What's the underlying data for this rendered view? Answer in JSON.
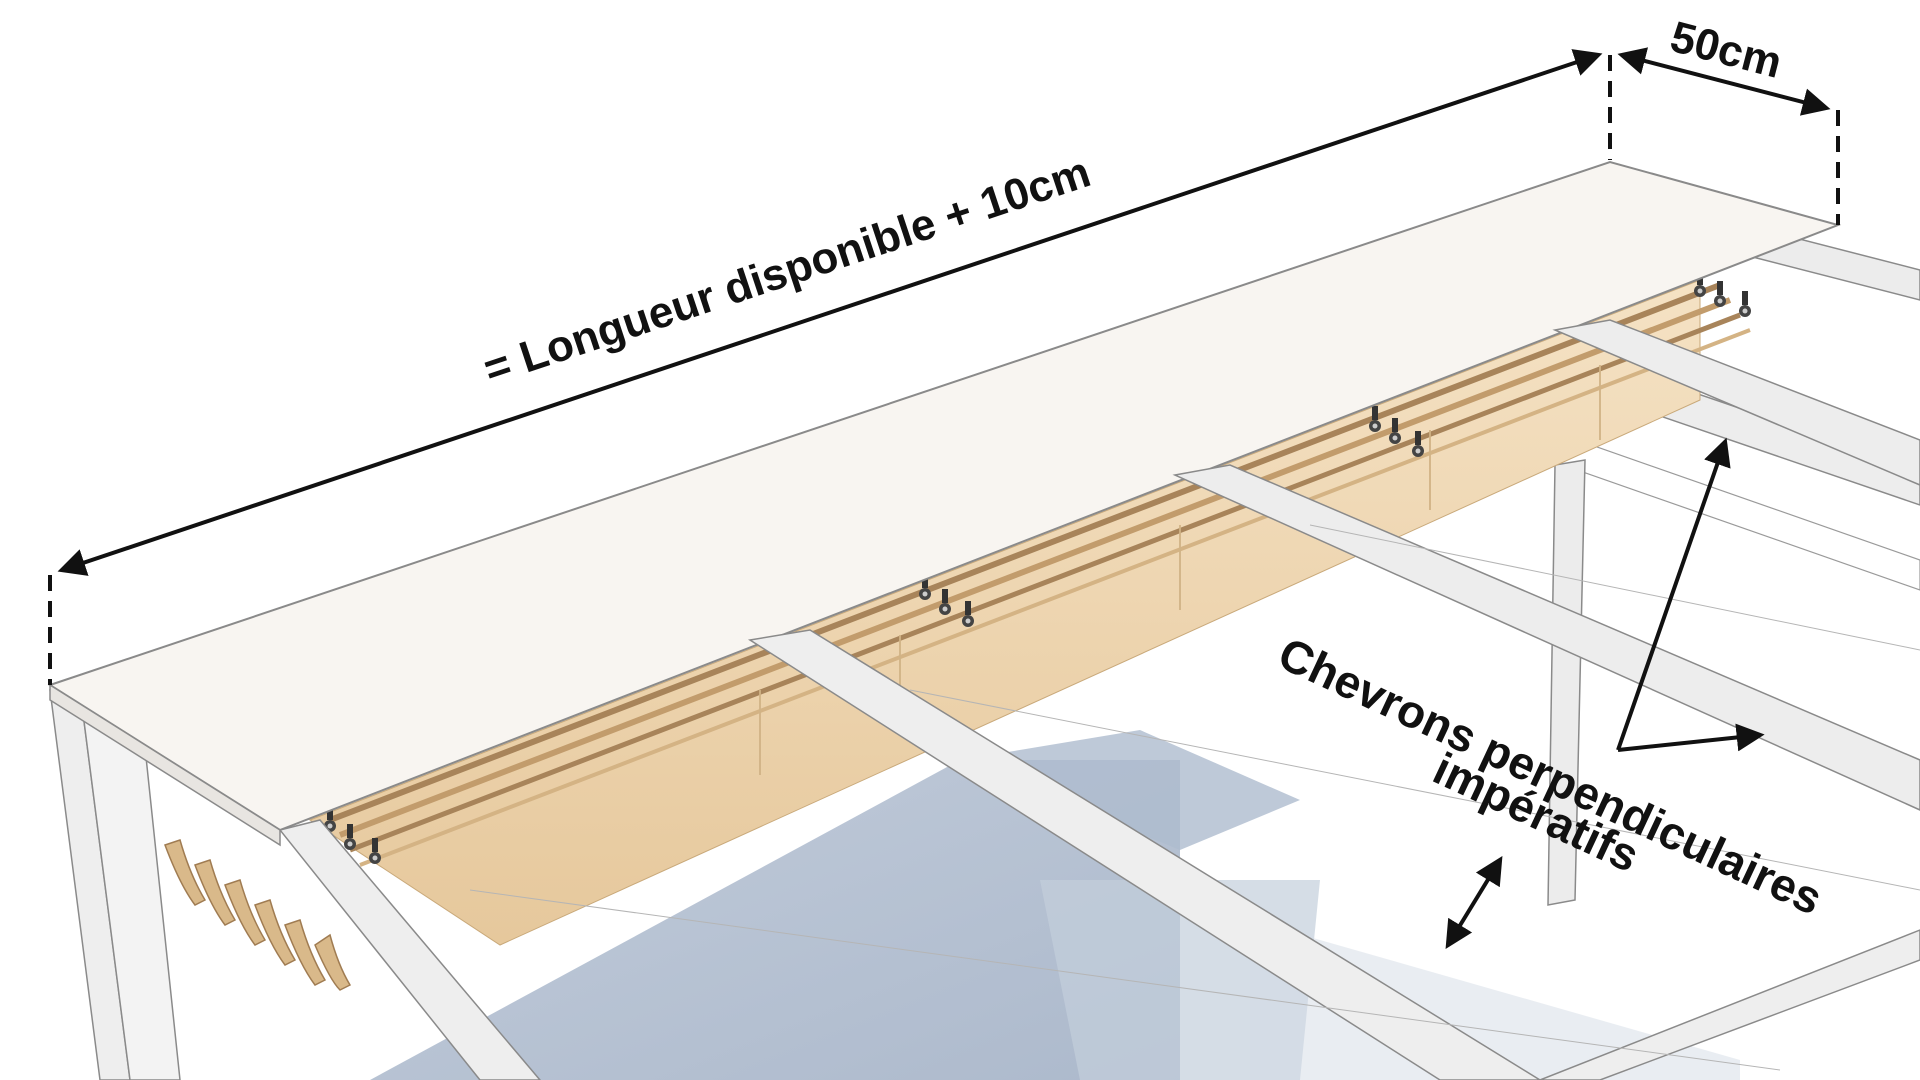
{
  "labels": {
    "length": "= Longueur disponible + 10cm",
    "width": "50cm",
    "rafters_line1": "Chevrons perpendiculaires",
    "rafters_line2": "impératifs"
  },
  "colors": {
    "frame": "#eeeeee",
    "frame_edge": "#8a8a8a",
    "roof_panel": "#f8f5f1",
    "canvas_fabric": "#efd6b0",
    "canvas_fold": "#b08a5c",
    "shadow": "#a9b7cb",
    "ink": "#111111"
  },
  "icons": [
    "arrow-head-icon",
    "trolley-icon"
  ]
}
